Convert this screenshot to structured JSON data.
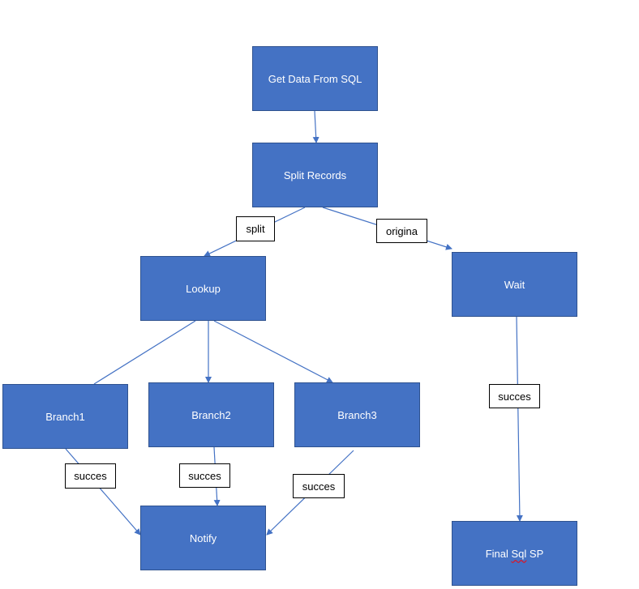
{
  "diagram": {
    "colors": {
      "node_fill": "#4472c4",
      "node_border": "#2f528f",
      "connector": "#4472c4",
      "label_border": "#000000"
    },
    "nodes": {
      "get_data": "Get Data From SQL",
      "split_records": "Split Records",
      "lookup": "Lookup",
      "wait": "Wait",
      "branch1": "Branch1",
      "branch2": "Branch2",
      "branch3": "Branch3",
      "notify": "Notify",
      "final_prefix": "Final ",
      "final_sql": "Sql",
      "final_suffix": " SP"
    },
    "edge_labels": {
      "split": "split",
      "original": "origina",
      "wait_success": "succes",
      "branch1_success": "succes",
      "branch2_success": "succes",
      "branch3_success": "succes"
    },
    "edges": [
      {
        "from": "get_data",
        "to": "split_records",
        "arrow": true
      },
      {
        "from": "split_records",
        "to": "lookup",
        "label": "split",
        "arrow": true
      },
      {
        "from": "split_records",
        "to": "wait",
        "label": "origina",
        "arrow": true
      },
      {
        "from": "lookup",
        "to": "branch1",
        "arrow": false
      },
      {
        "from": "lookup",
        "to": "branch2",
        "arrow": true
      },
      {
        "from": "lookup",
        "to": "branch3",
        "arrow": true
      },
      {
        "from": "branch1",
        "to": "notify",
        "label": "succes",
        "arrow": true
      },
      {
        "from": "branch2",
        "to": "notify",
        "label": "succes",
        "arrow": true
      },
      {
        "from": "branch3",
        "to": "notify",
        "label": "succes",
        "arrow": true
      },
      {
        "from": "wait",
        "to": "final_sql_sp",
        "label": "succes",
        "arrow": true
      }
    ]
  }
}
